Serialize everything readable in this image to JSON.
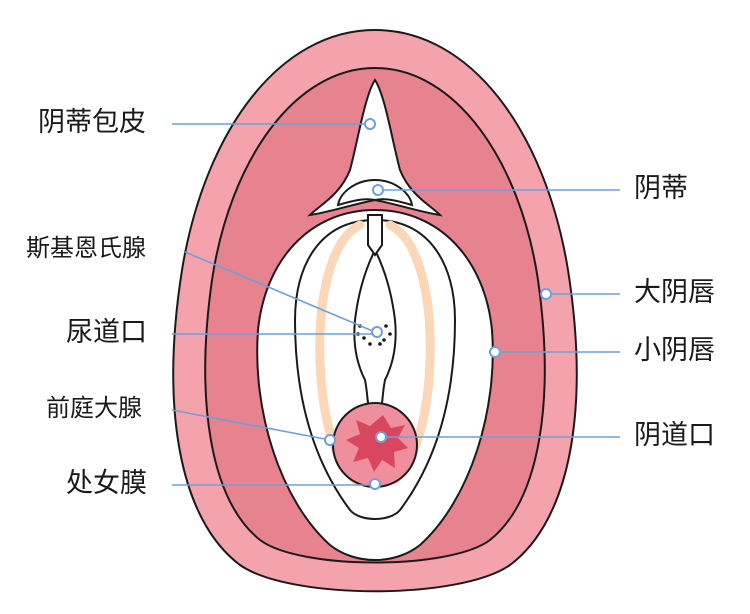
{
  "colors": {
    "outer": "#f4a3ad",
    "labia_major": "#e7838f",
    "inner": "#ffffff",
    "stroke": "#1a1a1a",
    "gland_band": "#fbd7b8",
    "hymen": "#ef8f9d",
    "opening": "#d9475f",
    "leader": "#6f9fd8"
  },
  "labels": {
    "clitoral_hood": "阴蒂包皮",
    "clitoris": "阴蒂",
    "skene_gland": "斯基恩氏腺",
    "labia_majora": "大阴唇",
    "urethral_opening": "尿道口",
    "labia_minora": "小阴唇",
    "bartholin_gland": "前庭大腺",
    "vaginal_opening": "阴道口",
    "hymen": "处女膜"
  }
}
